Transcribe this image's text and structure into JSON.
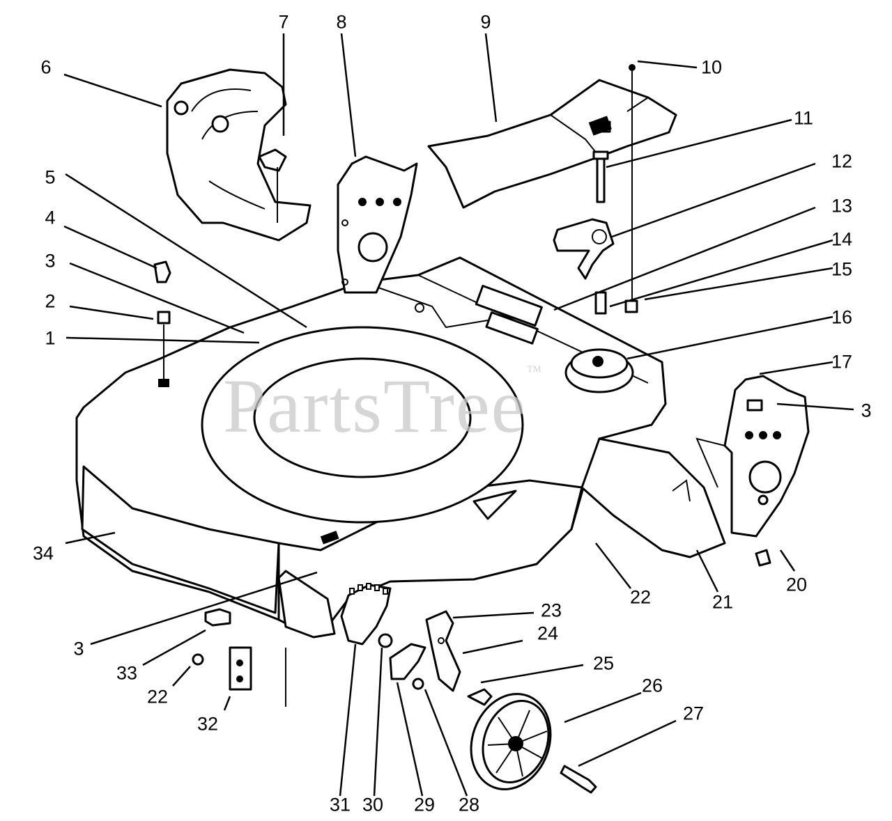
{
  "watermark": {
    "text": "PartsTree",
    "mark": "™"
  },
  "callouts": [
    "1",
    "2",
    "3",
    "4",
    "5",
    "6",
    "7",
    "8",
    "9",
    "10",
    "11",
    "12",
    "13",
    "14",
    "15",
    "16",
    "17",
    "3",
    "20",
    "21",
    "22",
    "22",
    "23",
    "24",
    "25",
    "26",
    "27",
    "28",
    "29",
    "30",
    "31",
    "32",
    "33",
    "34",
    "3"
  ]
}
